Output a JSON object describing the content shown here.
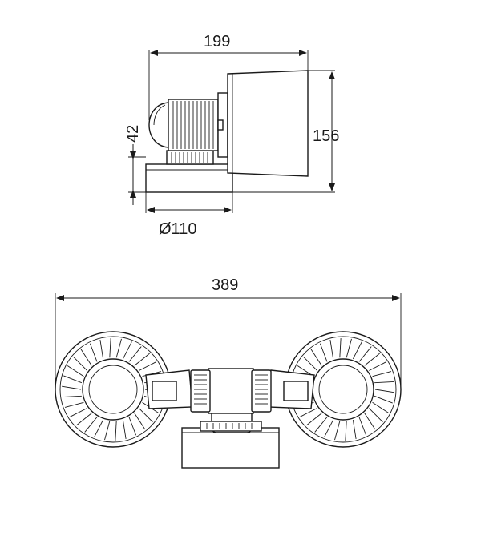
{
  "dimensions": {
    "side_width": "199",
    "side_height": "42",
    "head_height": "156",
    "base_diameter": "Ø110",
    "top_width": "389"
  }
}
